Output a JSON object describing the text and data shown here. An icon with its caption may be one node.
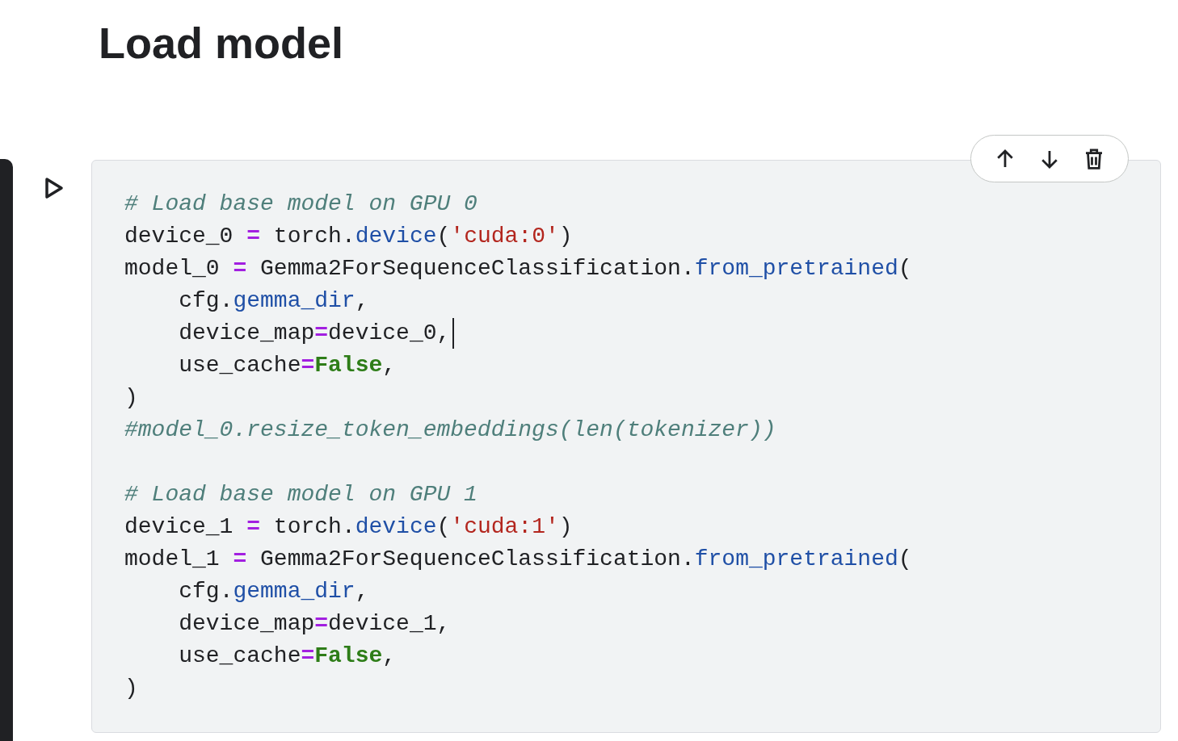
{
  "diagram": {
    "title": "Load model",
    "labels": [
      "# Load base model on GPU 0",
      "device_0 = torch.device('cuda:0')",
      "model_0 = Gemma2ForSequenceClassification.from_pretrained(",
      "    cfg.gemma_dir,",
      "    device_map=device_0,",
      "    use_cache=False,",
      ")",
      "#model_0.resize_token_embeddings(len(tokenizer))",
      "# Load base model on GPU 1",
      "device_1 = torch.device('cuda:1')",
      "model_1 = Gemma2ForSequenceClassification.from_pretrained(",
      "    cfg.gemma_dir,",
      "    device_map=device_1,",
      "    use_cache=False,",
      ")"
    ]
  }
}
